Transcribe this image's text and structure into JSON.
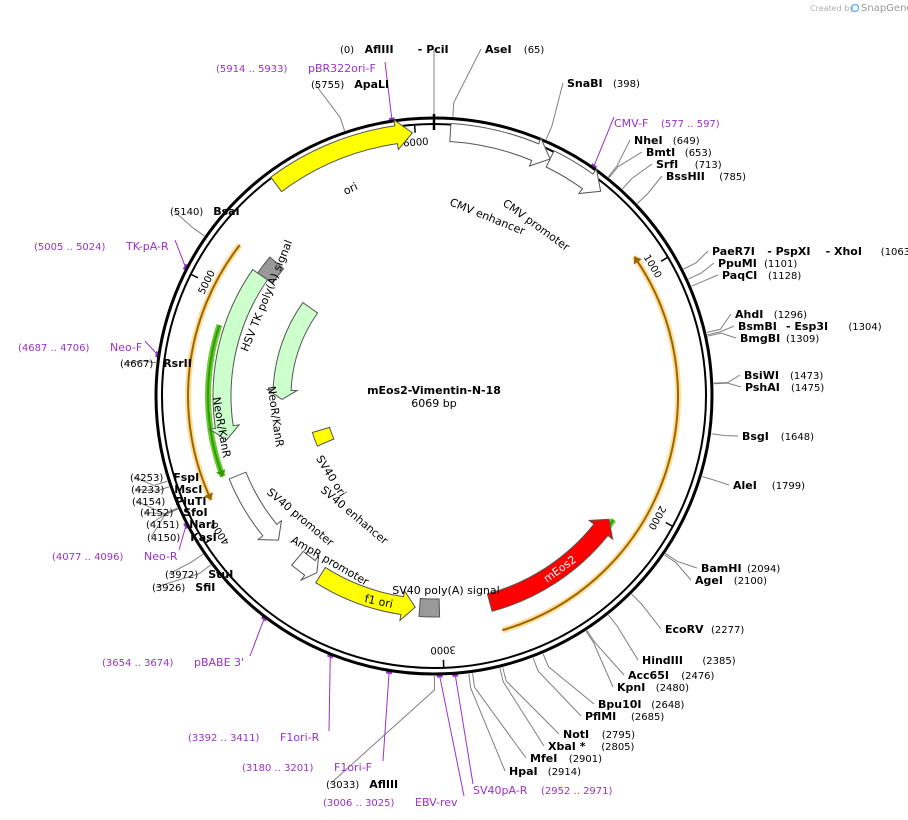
{
  "credit": {
    "prefix": "Created by",
    "brand": "SnapGene"
  },
  "plasmid": {
    "name": "mEos2-Vimentin-N-18",
    "length_label": "6069 bp",
    "length": 6069
  },
  "ticks": [
    {
      "pos": 1000,
      "label": "1000"
    },
    {
      "pos": 2000,
      "label": "2000"
    },
    {
      "pos": 3000,
      "label": "3000"
    },
    {
      "pos": 4000,
      "label": "4000"
    },
    {
      "pos": 5000,
      "label": "5000"
    },
    {
      "pos": 6000,
      "label": "6000"
    }
  ],
  "sites": [
    {
      "pos": 0,
      "name": "AflIII",
      "name2": "PciI",
      "label_pos": "(0)",
      "side": "left"
    },
    {
      "pos": 65,
      "name": "AseI",
      "label_pos": "(65)",
      "side": "right"
    },
    {
      "pos": 398,
      "name": "SnaBI",
      "label_pos": "(398)",
      "side": "right"
    },
    {
      "pos": 649,
      "name": "NheI",
      "label_pos": "(649)",
      "side": "right"
    },
    {
      "pos": 653,
      "name": "BmtI",
      "label_pos": "(653)",
      "side": "right"
    },
    {
      "pos": 713,
      "name": "SrfI",
      "label_pos": "(713)",
      "side": "right"
    },
    {
      "pos": 785,
      "name": "BssHII",
      "label_pos": "(785)",
      "side": "right"
    },
    {
      "pos": 1063,
      "name": "PaeR7I",
      "name2": "PspXI",
      "name3": "XhoI",
      "label_pos": "(1063)",
      "side": "right"
    },
    {
      "pos": 1101,
      "name": "PpuMI",
      "label_pos": "(1101)",
      "side": "right"
    },
    {
      "pos": 1128,
      "name": "PaqCI",
      "label_pos": "(1128)",
      "side": "right"
    },
    {
      "pos": 1296,
      "name": "AhdI",
      "label_pos": "(1296)",
      "side": "right"
    },
    {
      "pos": 1304,
      "name": "BsmBI",
      "name2": "Esp3I",
      "label_pos": "(1304)",
      "side": "right"
    },
    {
      "pos": 1309,
      "name": "BmgBI",
      "label_pos": "(1309)",
      "side": "right"
    },
    {
      "pos": 1473,
      "name": "BsiWI",
      "label_pos": "(1473)",
      "side": "right"
    },
    {
      "pos": 1475,
      "name": "PshAI",
      "label_pos": "(1475)",
      "side": "right"
    },
    {
      "pos": 1648,
      "name": "BsgI",
      "label_pos": "(1648)",
      "side": "right"
    },
    {
      "pos": 1799,
      "name": "AleI",
      "label_pos": "(1799)",
      "side": "right"
    },
    {
      "pos": 2094,
      "name": "BamHI",
      "label_pos": "(2094)",
      "side": "right"
    },
    {
      "pos": 2100,
      "name": "AgeI",
      "label_pos": "(2100)",
      "side": "right"
    },
    {
      "pos": 2277,
      "name": "EcoRV",
      "label_pos": "(2277)",
      "side": "right"
    },
    {
      "pos": 2385,
      "name": "HindIII",
      "label_pos": "(2385)",
      "side": "right"
    },
    {
      "pos": 2476,
      "name": "Acc65I",
      "label_pos": "(2476)",
      "side": "right"
    },
    {
      "pos": 2480,
      "name": "KpnI",
      "label_pos": "(2480)",
      "side": "right"
    },
    {
      "pos": 2648,
      "name": "Bpu10I",
      "label_pos": "(2648)",
      "side": "right"
    },
    {
      "pos": 2685,
      "name": "PflMI",
      "label_pos": "(2685)",
      "side": "right"
    },
    {
      "pos": 2795,
      "name": "NotI",
      "label_pos": "(2795)",
      "side": "right"
    },
    {
      "pos": 2805,
      "name": "XbaI *",
      "label_pos": "(2805)",
      "side": "right"
    },
    {
      "pos": 2901,
      "name": "MfeI",
      "label_pos": "(2901)",
      "side": "right"
    },
    {
      "pos": 2914,
      "name": "HpaI",
      "label_pos": "(2914)",
      "side": "right"
    },
    {
      "pos": 3033,
      "name": "AflIII",
      "label_pos": "(3033)",
      "side": "left"
    },
    {
      "pos": 3926,
      "name": "SfiI",
      "label_pos": "(3926)",
      "side": "left"
    },
    {
      "pos": 3972,
      "name": "StuI",
      "label_pos": "(3972)",
      "side": "left"
    },
    {
      "pos": 4150,
      "name": "KasI",
      "label_pos": "(4150)",
      "side": "left"
    },
    {
      "pos": 4151,
      "name": "NarI",
      "label_pos": "(4151)",
      "side": "left"
    },
    {
      "pos": 4152,
      "name": "SfoI",
      "label_pos": "(4152)",
      "side": "left"
    },
    {
      "pos": 4154,
      "name": "PluTI",
      "label_pos": "(4154)",
      "side": "left"
    },
    {
      "pos": 4233,
      "name": "MscI",
      "label_pos": "(4233)",
      "side": "left"
    },
    {
      "pos": 4253,
      "name": "FspI",
      "label_pos": "(4253)",
      "side": "left"
    },
    {
      "pos": 4667,
      "name": "RsrII",
      "label_pos": "(4667)",
      "side": "left"
    },
    {
      "pos": 5140,
      "name": "BsaI",
      "label_pos": "(5140)",
      "side": "left"
    },
    {
      "pos": 5755,
      "name": "ApaLI",
      "label_pos": "(5755)",
      "side": "left"
    }
  ],
  "primers": [
    {
      "pos": 5923,
      "name": "pBR322ori-F",
      "range": "(5914 .. 5933)",
      "side": "left"
    },
    {
      "pos": 587,
      "name": "CMV-F",
      "range": "(577 .. 597)",
      "side": "right"
    },
    {
      "pos": 5014,
      "name": "TK-pA-R",
      "range": "(5005 .. 5024)",
      "side": "left"
    },
    {
      "pos": 4696,
      "name": "Neo-F",
      "range": "(4687 .. 4706)",
      "side": "left"
    },
    {
      "pos": 4086,
      "name": "Neo-R",
      "range": "(4077 .. 4096)",
      "side": "left"
    },
    {
      "pos": 3664,
      "name": "pBABE 3'",
      "range": "(3654 .. 3674)",
      "side": "left"
    },
    {
      "pos": 3401,
      "name": "F1ori-R",
      "range": "(3392 .. 3411)",
      "side": "left"
    },
    {
      "pos": 3190,
      "name": "F1ori-F",
      "range": "(3180 .. 3201)",
      "side": "left"
    },
    {
      "pos": 3015,
      "name": "EBV-rev",
      "range": "(3006 .. 3025)",
      "side": "left"
    },
    {
      "pos": 2961,
      "name": "SV40pA-R",
      "range": "(2952 .. 2971)",
      "side": "right"
    }
  ],
  "features": [
    {
      "name": "ori",
      "start": 5450,
      "end": 5990,
      "ring": 264,
      "color": "#ffff00",
      "dir": 1,
      "shape": "arrow"
    },
    {
      "name": "CMV enhancer",
      "start": 60,
      "end": 440,
      "ring": 264,
      "color": "#ffffff",
      "dir": 1,
      "shape": "arrow"
    },
    {
      "name": "CMV promoter",
      "start": 440,
      "end": 660,
      "ring": 264,
      "color": "#ffffff",
      "dir": 1,
      "shape": "arrow"
    },
    {
      "name": "HSV TK poly(A) signal",
      "start": 5140,
      "end": 5230,
      "ring": 206,
      "color": "#999999",
      "dir": 0,
      "shape": "box"
    },
    {
      "name": "NeoR/KanR",
      "start": 4350,
      "end": 5140,
      "ring": 212,
      "color": "#ccffcc",
      "dir": -1,
      "shape": "arrow"
    },
    {
      "name": "NeoR/KanR",
      "start": 4530,
      "end": 5150,
      "ring": 152,
      "color": "#ccffcc",
      "dir": -1,
      "shape": "arrow"
    },
    {
      "name": "SV40 ori",
      "start": 4160,
      "end": 4270,
      "ring": 118,
      "color": "#ffff00",
      "dir": 0,
      "shape": "box"
    },
    {
      "name": "SV40 enhancer",
      "start": 4120,
      "end": 4160,
      "ring": 118,
      "color": "#ffffff",
      "dir": 0,
      "shape": "line"
    },
    {
      "name": "SV40 promoter",
      "start": 3830,
      "end": 4180,
      "ring": 212,
      "color": "#ffffff",
      "dir": -1,
      "shape": "arrow"
    },
    {
      "name": "AmpR promoter",
      "start": 3600,
      "end": 3710,
      "ring": 212,
      "color": "#ffffff",
      "dir": -1,
      "shape": "arrow"
    },
    {
      "name": "f1 ori",
      "start": 3120,
      "end": 3580,
      "ring": 212,
      "color": "#ffff00",
      "dir": -1,
      "shape": "arrow"
    },
    {
      "name": "SV40 poly(A) signal",
      "start": 3010,
      "end": 3100,
      "ring": 212,
      "color": "#999999",
      "dir": 0,
      "shape": "box"
    },
    {
      "name": "mEos2",
      "start": 2110,
      "end": 2780,
      "ring": 214,
      "color": "#ff0000",
      "dir": -1,
      "shape": "arrow"
    }
  ],
  "orfs": [
    {
      "start": 930,
      "end": 2760,
      "radius": 244,
      "dir": -1,
      "color": "#996600",
      "fill": "#ffdd99"
    },
    {
      "start": 2100,
      "end": 2760,
      "radius": 218,
      "dir": 1,
      "color": "#339900",
      "fill": "#66cc33"
    },
    {
      "start": 4130,
      "end": 5190,
      "radius": 246,
      "dir": -1,
      "color": "#996600",
      "fill": "#ffdd99"
    },
    {
      "start": 4200,
      "end": 4860,
      "radius": 226,
      "dir": -1,
      "color": "#339900",
      "fill": "#66cc33"
    }
  ],
  "colors": {
    "backbone": "#000000",
    "primer": "#9b30c8",
    "leader": "#808080"
  }
}
